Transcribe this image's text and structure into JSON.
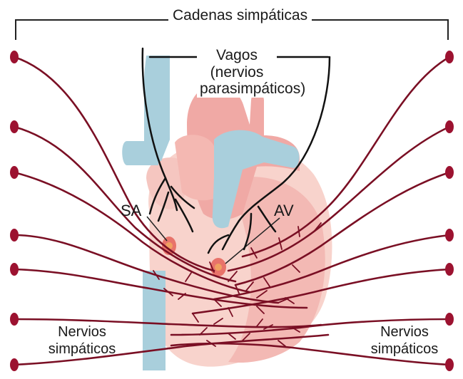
{
  "labels": {
    "sympathetic_chains": "Cadenas simpáticas",
    "vagus_title": "Vagos",
    "vagus_sub1": "(nervios",
    "vagus_sub2": "parasimpáticos)",
    "sa_node": "SA",
    "av_node": "AV",
    "sympathetic_left_1": "Nervios",
    "sympathetic_left_2": "simpáticos",
    "sympathetic_right_1": "Nervios",
    "sympathetic_right_2": "simpáticos"
  },
  "colors": {
    "nerve": "#7a0f24",
    "ganglion": "#9c1230",
    "vein_blue": "#a9cfdc",
    "heart_light": "#f8d3cc",
    "heart_mid": "#f0a7a4",
    "node": "#e8736a",
    "vagus": "#111111"
  }
}
